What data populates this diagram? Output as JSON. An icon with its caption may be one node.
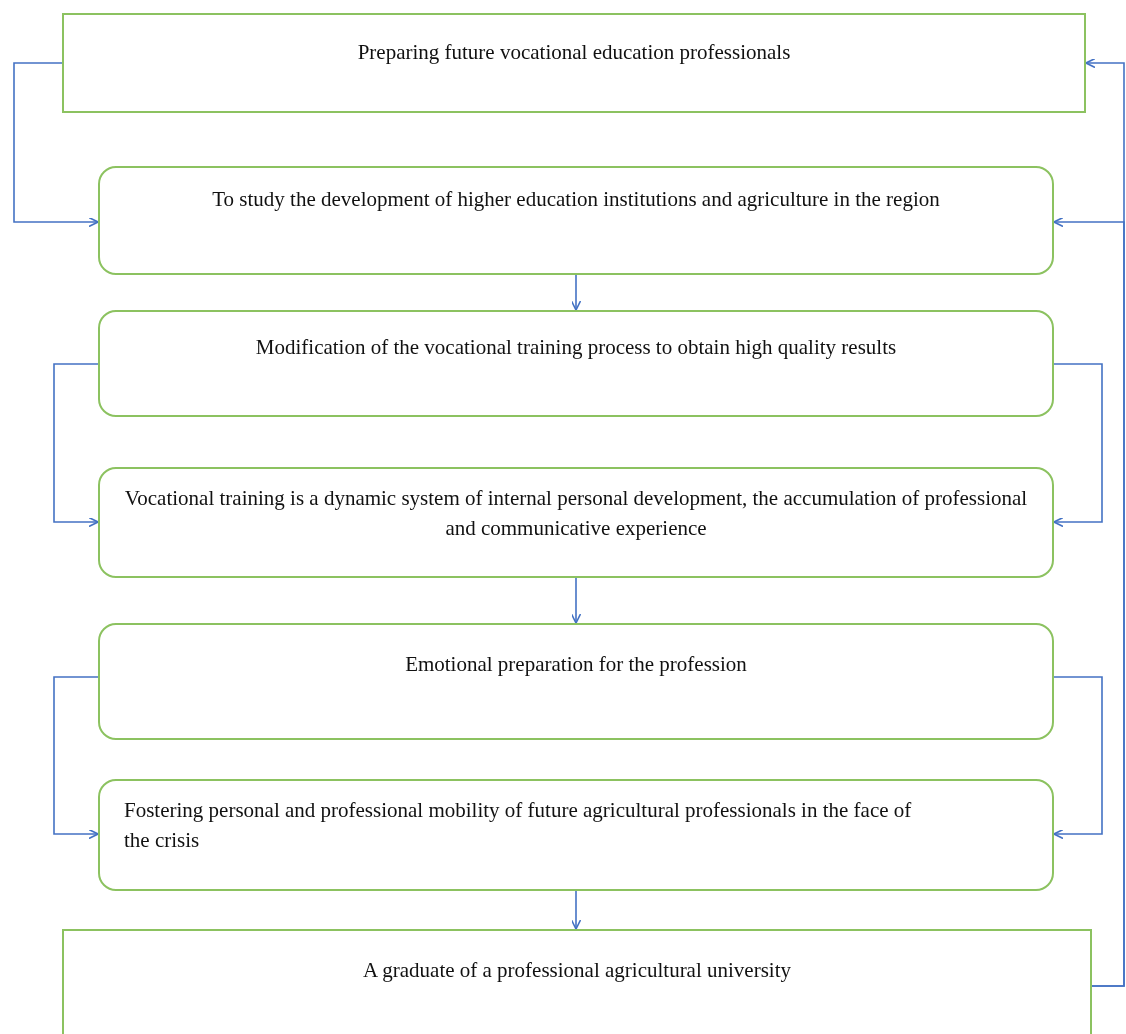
{
  "diagram": {
    "nodes": [
      {
        "text": [
          "Preparing future vocational education professionals"
        ]
      },
      {
        "text": [
          "To study the development of higher education institutions and agriculture in the region"
        ]
      },
      {
        "text": [
          "Modification of the vocational training process to obtain high quality results"
        ]
      },
      {
        "text": [
          "Vocational training is a dynamic system of internal personal development, the accumulation of professional and communicative experience"
        ]
      },
      {
        "text": [
          "Emotional preparation for the profession"
        ]
      },
      {
        "text": [
          "Fostering personal and professional mobility of future agricultural professionals in the face of the crisis"
        ]
      },
      {
        "text": [
          "A graduate of a professional agricultural university"
        ]
      }
    ],
    "edges": [
      {
        "from": 0,
        "to": 1,
        "arrow": "to"
      },
      {
        "from": 1,
        "to": 2,
        "arrow": "to"
      },
      {
        "from": 2,
        "to": 3,
        "arrow": "to"
      },
      {
        "from": 2,
        "to": 3,
        "arrow": "to"
      },
      {
        "from": 3,
        "to": 4,
        "arrow": "to"
      },
      {
        "from": 4,
        "to": 5,
        "arrow": "to"
      },
      {
        "from": 4,
        "to": 5,
        "arrow": "to"
      },
      {
        "from": 5,
        "to": 6,
        "arrow": "to"
      },
      {
        "from": 6,
        "to": 0,
        "arrow": "to"
      },
      {
        "from": 6,
        "to": 1,
        "arrow": "to"
      }
    ]
  }
}
